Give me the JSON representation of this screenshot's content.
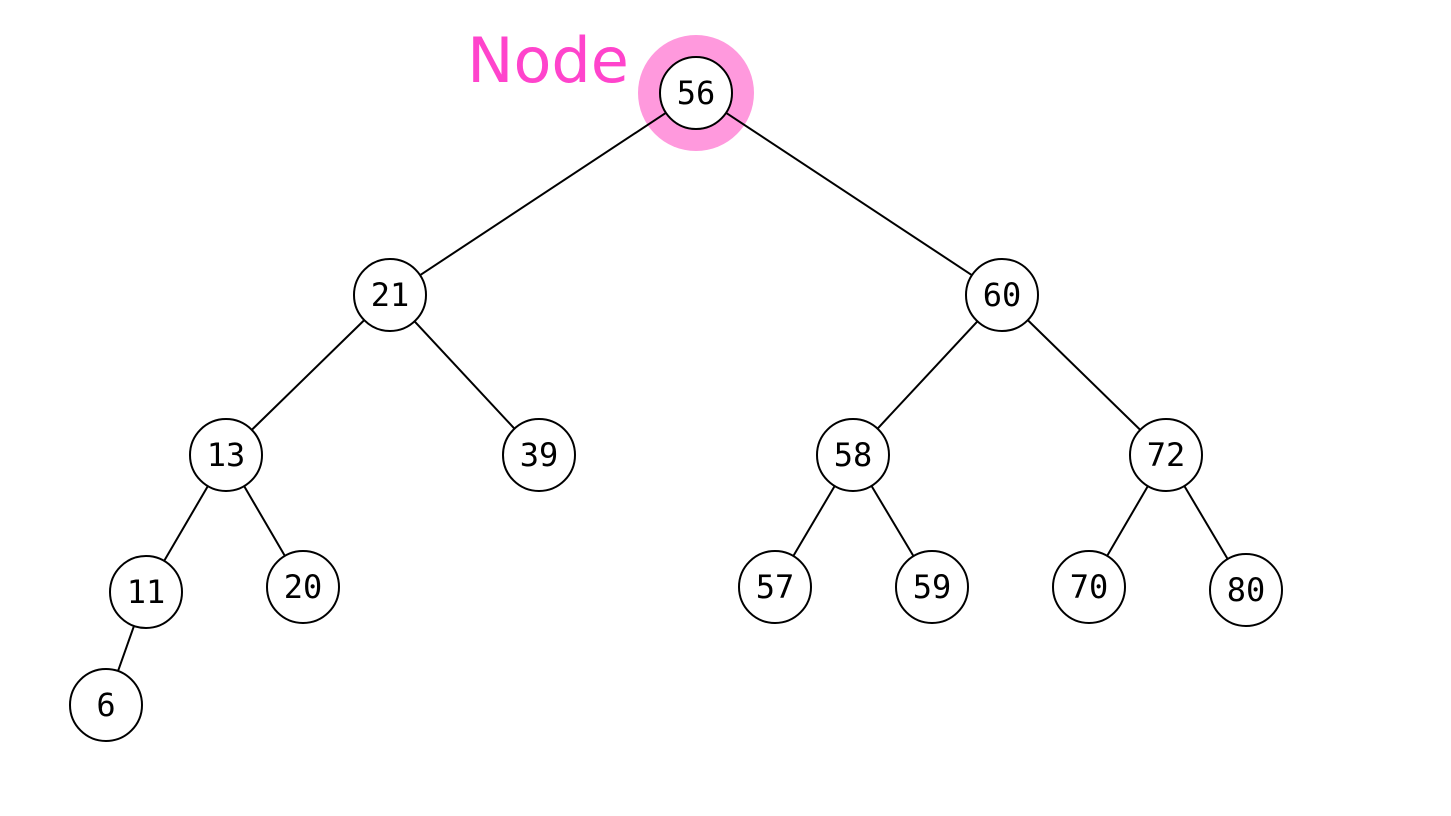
{
  "pointer": {
    "label": "Node",
    "target": "56",
    "color": "#ff44cc",
    "halo_color": "#ff99dd"
  },
  "tree": {
    "nodes": [
      {
        "id": "n56",
        "value": "56"
      },
      {
        "id": "n21",
        "value": "21"
      },
      {
        "id": "n60",
        "value": "60"
      },
      {
        "id": "n13",
        "value": "13"
      },
      {
        "id": "n39",
        "value": "39"
      },
      {
        "id": "n58",
        "value": "58"
      },
      {
        "id": "n72",
        "value": "72"
      },
      {
        "id": "n11",
        "value": "11"
      },
      {
        "id": "n20",
        "value": "20"
      },
      {
        "id": "n57",
        "value": "57"
      },
      {
        "id": "n59",
        "value": "59"
      },
      {
        "id": "n70",
        "value": "70"
      },
      {
        "id": "n80",
        "value": "80"
      },
      {
        "id": "n6",
        "value": "6"
      }
    ],
    "edges": [
      [
        "n56",
        "n21"
      ],
      [
        "n56",
        "n60"
      ],
      [
        "n21",
        "n13"
      ],
      [
        "n21",
        "n39"
      ],
      [
        "n60",
        "n58"
      ],
      [
        "n60",
        "n72"
      ],
      [
        "n13",
        "n11"
      ],
      [
        "n13",
        "n20"
      ],
      [
        "n58",
        "n57"
      ],
      [
        "n58",
        "n59"
      ],
      [
        "n72",
        "n70"
      ],
      [
        "n72",
        "n80"
      ],
      [
        "n11",
        "n6"
      ]
    ]
  }
}
